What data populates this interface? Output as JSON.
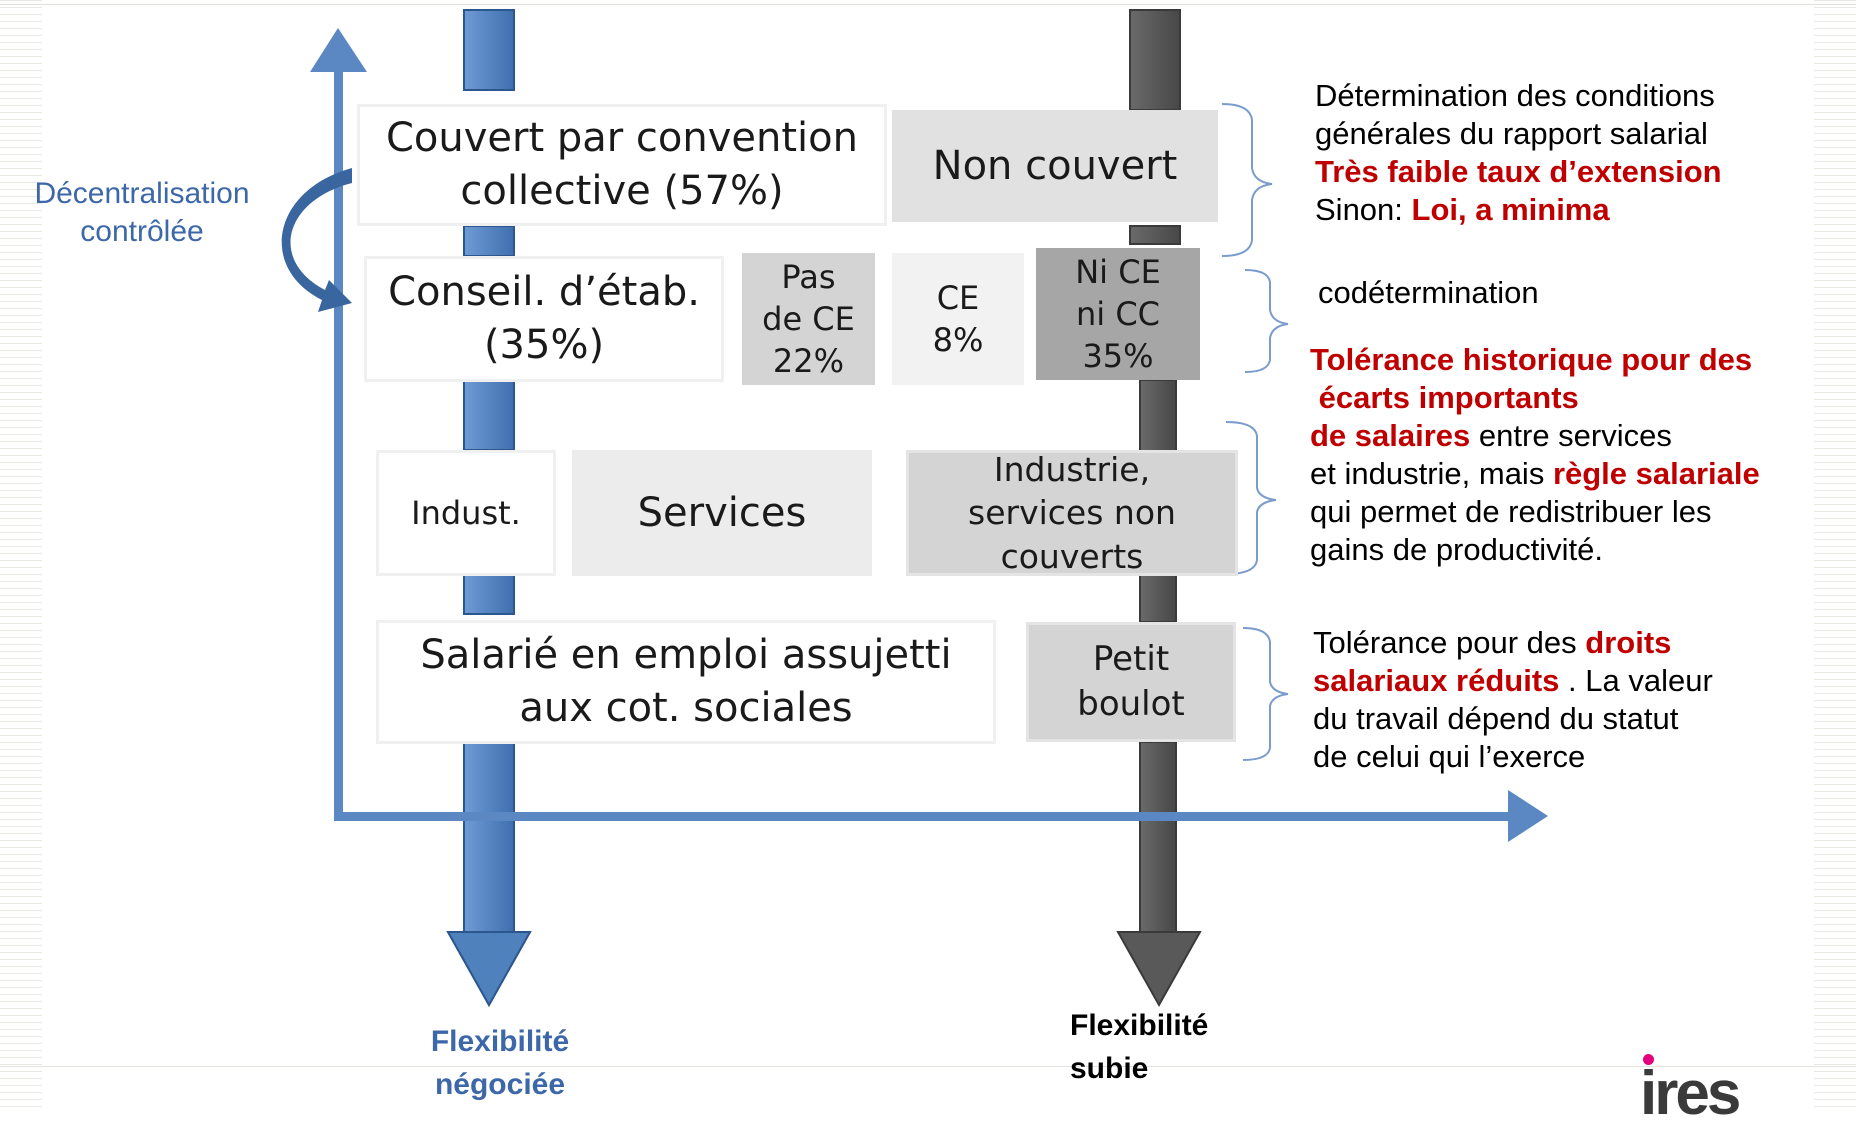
{
  "colors": {
    "axis_blue": "#5b87c3",
    "bar_blue": "#4f81bd",
    "bar_dark": "#595959",
    "curve_arrow": "#3a669f",
    "red_emphasis": "#c00000",
    "logo_dot": "#e4007c"
  },
  "left_label": {
    "line1": "Décentralisation",
    "line2": "contrôlée"
  },
  "row1": {
    "covered": "Couvert par convention\ncollective (57%)",
    "not_covered": "Non couvert"
  },
  "row2": {
    "works_council": "Conseil. d’étab.\n(35%)",
    "no_ce": "Pas\nde CE\n22%",
    "ce": "CE\n8%",
    "neither": "Ni CE\nni CC\n35%"
  },
  "row3": {
    "industry": "Indust.",
    "services": "Services",
    "uncovered": "Industrie,\nservices non\ncouverts"
  },
  "row4": {
    "employee": "Salarié en emploi assujetti\naux cot. sociales",
    "small_job": "Petit\nboulot"
  },
  "notes": {
    "n1_l1": "Détermination des conditions",
    "n1_l2": "générales du rapport salarial",
    "n1_l3": "Très faible taux d’extension",
    "n1_l4a": "Sinon: ",
    "n1_l4b": "Loi, a minima",
    "n2": "codétermination",
    "n3_l1": "Tolérance historique pour des",
    "n3_l2": " écarts importants",
    "n3_l3a": "de salaires",
    "n3_l3b": " entre services",
    "n3_l4a": "et industrie, mais ",
    "n3_l4b": "règle salariale",
    "n3_l5": "qui permet de redistribuer les",
    "n3_l6": "gains de productivité.",
    "n4_l1a": "Tolérance pour des ",
    "n4_l1b": "droits",
    "n4_l2a": "salariaux réduits",
    "n4_l2b": " . La valeur",
    "n4_l3": "du travail dépend du statut",
    "n4_l4": "de celui qui l’exerce"
  },
  "bottom": {
    "negotiated_l1": "Flexibilité",
    "negotiated_l2": "négociée",
    "imposed_l1": "Flexibilité",
    "imposed_l2": "subie"
  },
  "logo": "ires"
}
